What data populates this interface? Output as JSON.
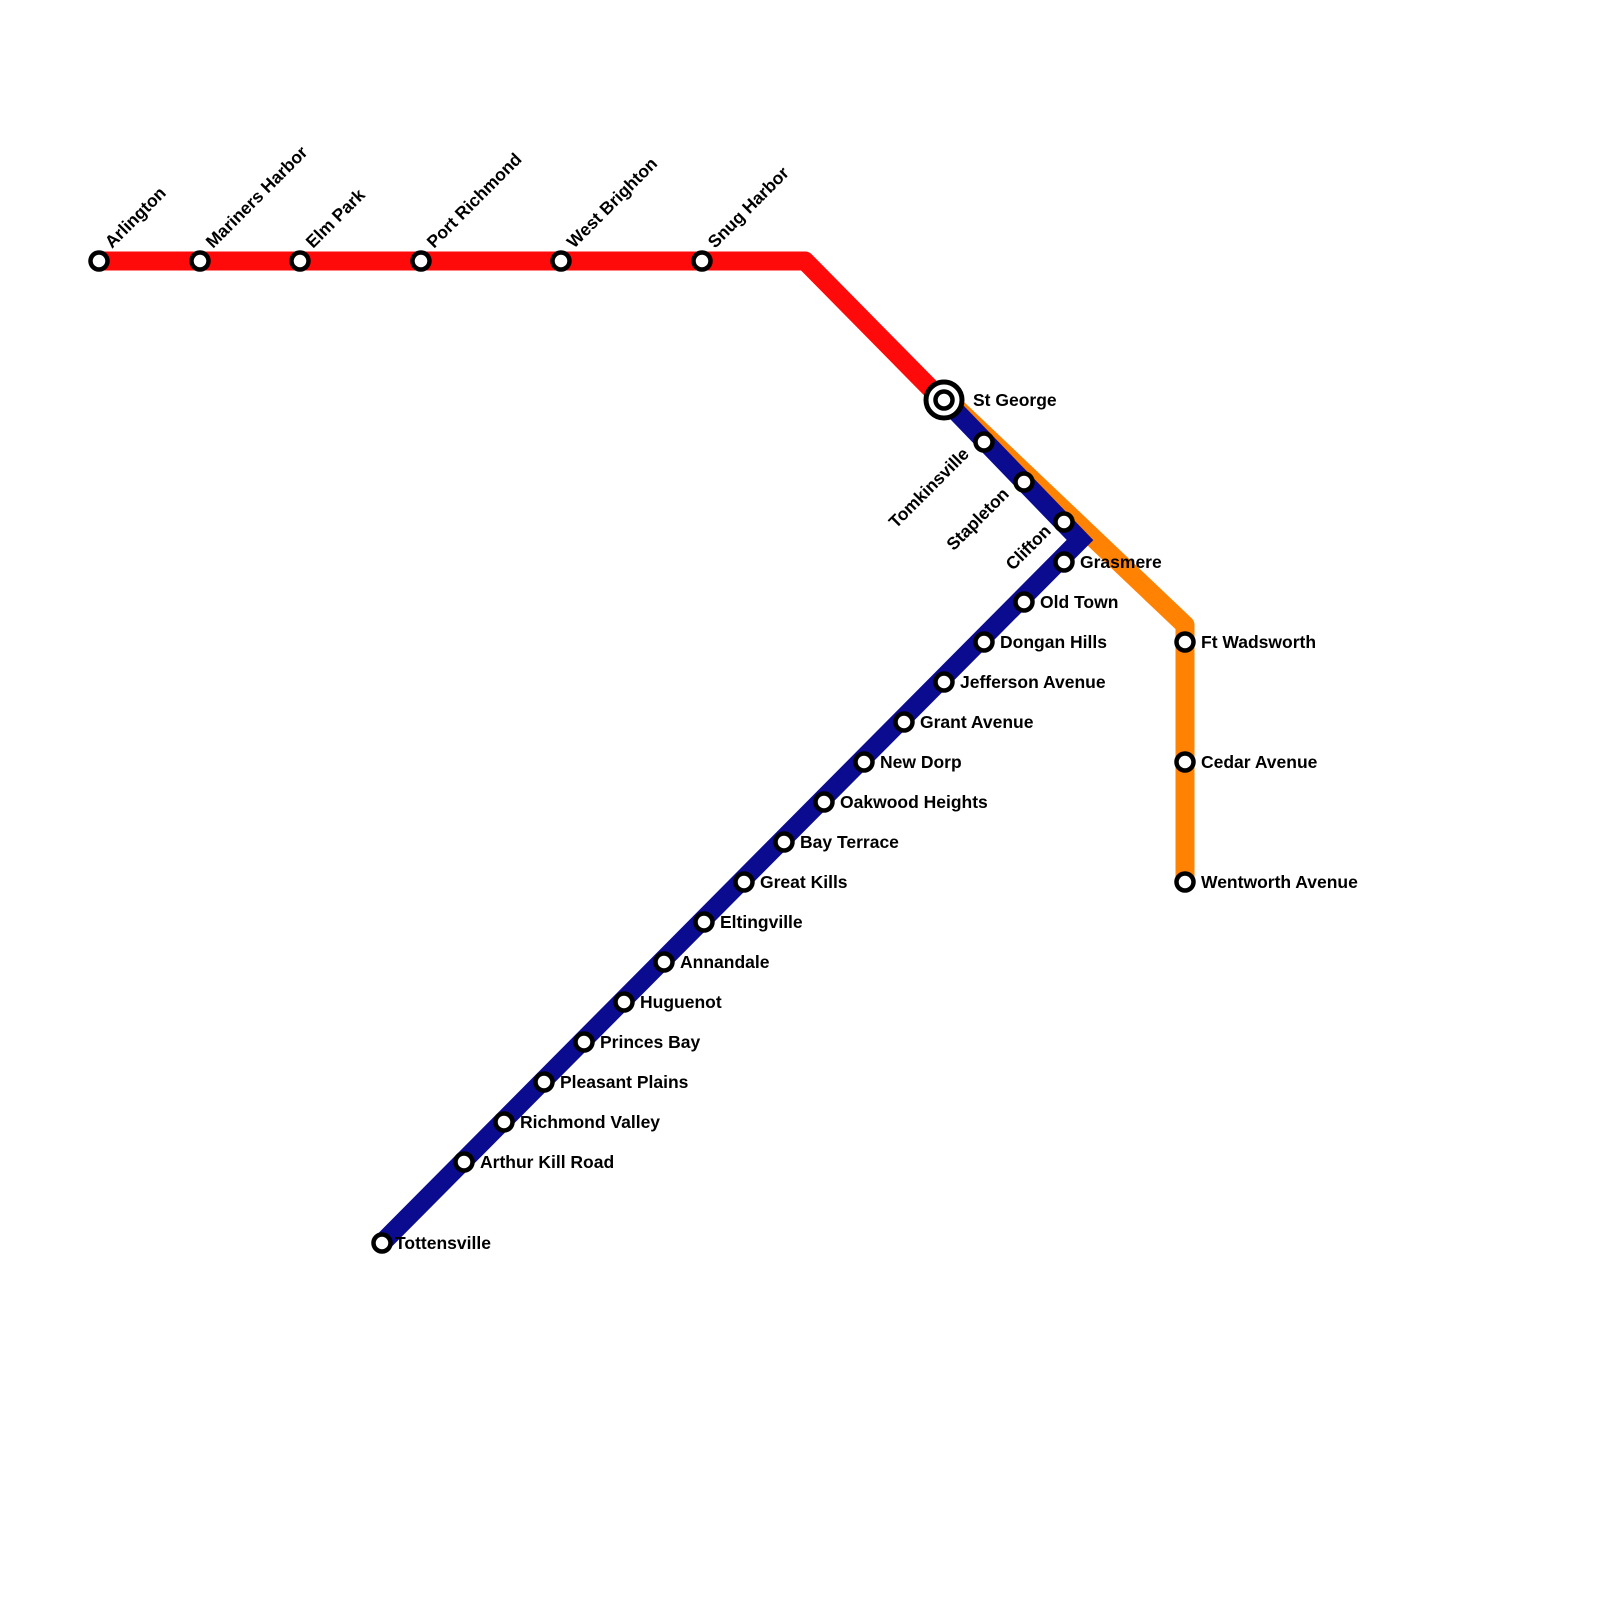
{
  "colors": {
    "red_line": "#ff0a0a",
    "blue_line": "#0b0b8f",
    "orange_line": "#ff8203",
    "station_outline": "#000000",
    "station_fill": "#ffffff"
  },
  "lines": [
    {
      "id": "red",
      "color": "#ff0a0a",
      "description": "North Shore line from Arlington to St George"
    },
    {
      "id": "blue",
      "color": "#0b0b8f",
      "description": "Main line from St George to Tottensville"
    },
    {
      "id": "orange",
      "color": "#ff8203",
      "description": "Branch from St George to Wentworth Avenue"
    }
  ],
  "stations": {
    "arlington": "Arlington",
    "mariners_harbor": "Mariners Harbor",
    "elm_park": "Elm Park",
    "port_richmond": "Port Richmond",
    "west_brighton": "West Brighton",
    "snug_harbor": "Snug Harbor",
    "st_george": "St George",
    "tomkinsville": "Tomkinsville",
    "stapleton": "Stapleton",
    "clifton": "Clifton",
    "grasmere": "Grasmere",
    "old_town": "Old Town",
    "dongan_hills": "Dongan Hills",
    "jefferson_avenue": "Jefferson Avenue",
    "grant_avenue": "Grant Avenue",
    "new_dorp": "New Dorp",
    "oakwood_heights": "Oakwood Heights",
    "bay_terrace": "Bay Terrace",
    "great_kills": "Great Kills",
    "eltingville": "Eltingville",
    "annandale": "Annandale",
    "huguenot": "Huguenot",
    "princes_bay": "Princes Bay",
    "pleasant_plains": "Pleasant Plains",
    "richmond_valley": "Richmond Valley",
    "arthur_kill_road": "Arthur Kill Road",
    "tottensville": "Tottensville",
    "ft_wadsworth": "Ft Wadsworth",
    "cedar_avenue": "Cedar Avenue",
    "wentworth_avenue": "Wentworth Avenue"
  }
}
